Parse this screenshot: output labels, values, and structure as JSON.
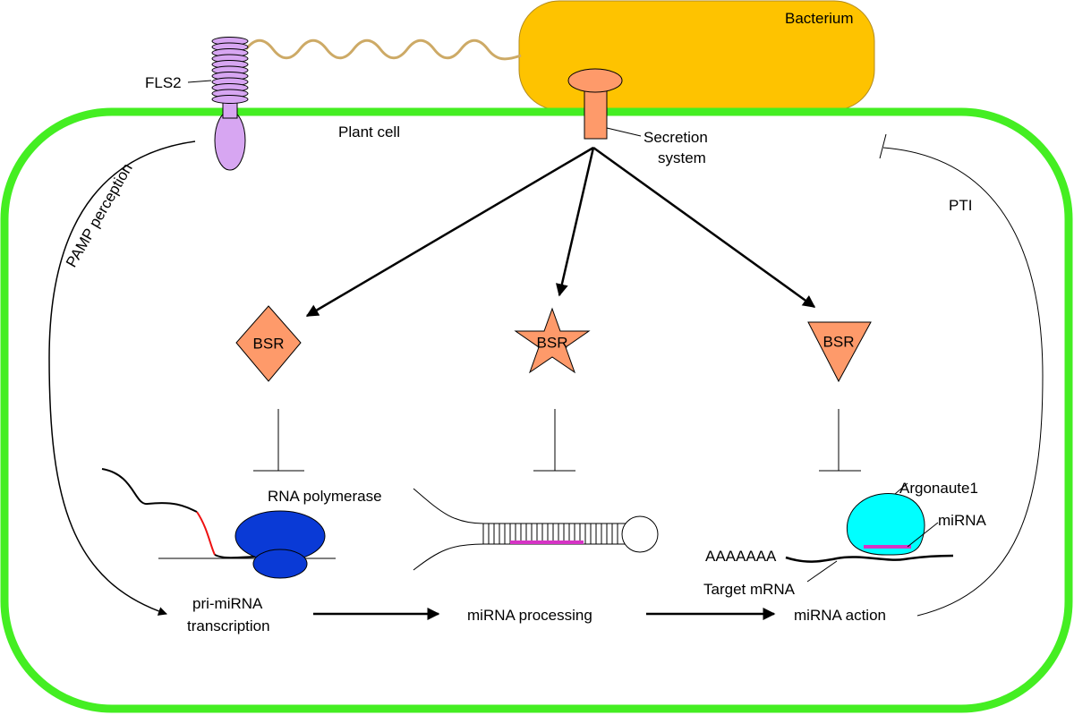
{
  "labels": {
    "bacterium": "Bacterium",
    "fls2": "FLS2",
    "plant_cell": "Plant cell",
    "secretion_line1": "Secretion",
    "secretion_line2": "system",
    "pamp_perception": "PAMP perception",
    "pti": "PTI",
    "bsr": "BSR",
    "rna_polymerase": "RNA polymerase",
    "argonaute": "Argonaute1",
    "mirna": "miRNA",
    "poly_a": "AAAAAAA",
    "target_mrna": "Target mRNA",
    "step1_line1": "pri-miRNA",
    "step1_line2": "transcription",
    "step2": "miRNA processing",
    "step3": "miRNA action"
  },
  "colors": {
    "cell_wall": "#44ee22",
    "bacterium": "#fec300",
    "flagellum": "#cdaa66",
    "receptor": "#d7a6f2",
    "bsr": "#fe9a6a",
    "polymerase": "#0a3ad6",
    "argonaute": "#00ffff",
    "mirna_strand": "#d633c5",
    "promoter": "#ee1111"
  }
}
